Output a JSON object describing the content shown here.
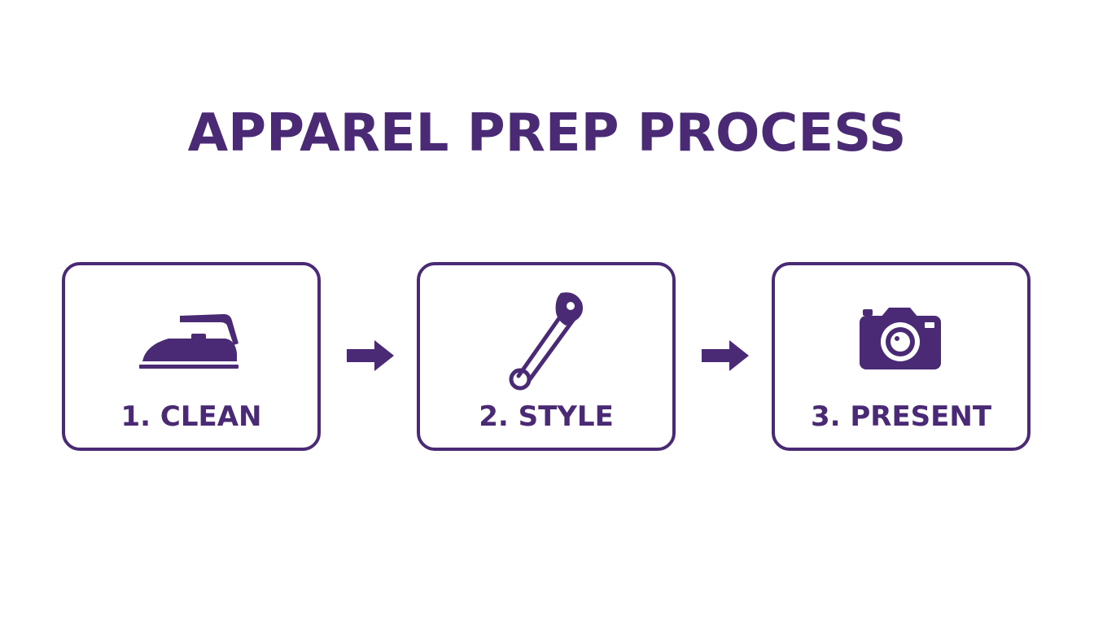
{
  "title": "APPAREL PREP PROCESS",
  "colors": {
    "accent": "#4b2a75",
    "background": "#ffffff"
  },
  "steps": [
    {
      "label": "1. CLEAN",
      "icon": "iron-icon"
    },
    {
      "label": "2. STYLE",
      "icon": "safety-pin-icon"
    },
    {
      "label": "3. PRESENT",
      "icon": "camera-icon"
    }
  ],
  "connectors": [
    "arrow-right-icon",
    "arrow-right-icon"
  ]
}
